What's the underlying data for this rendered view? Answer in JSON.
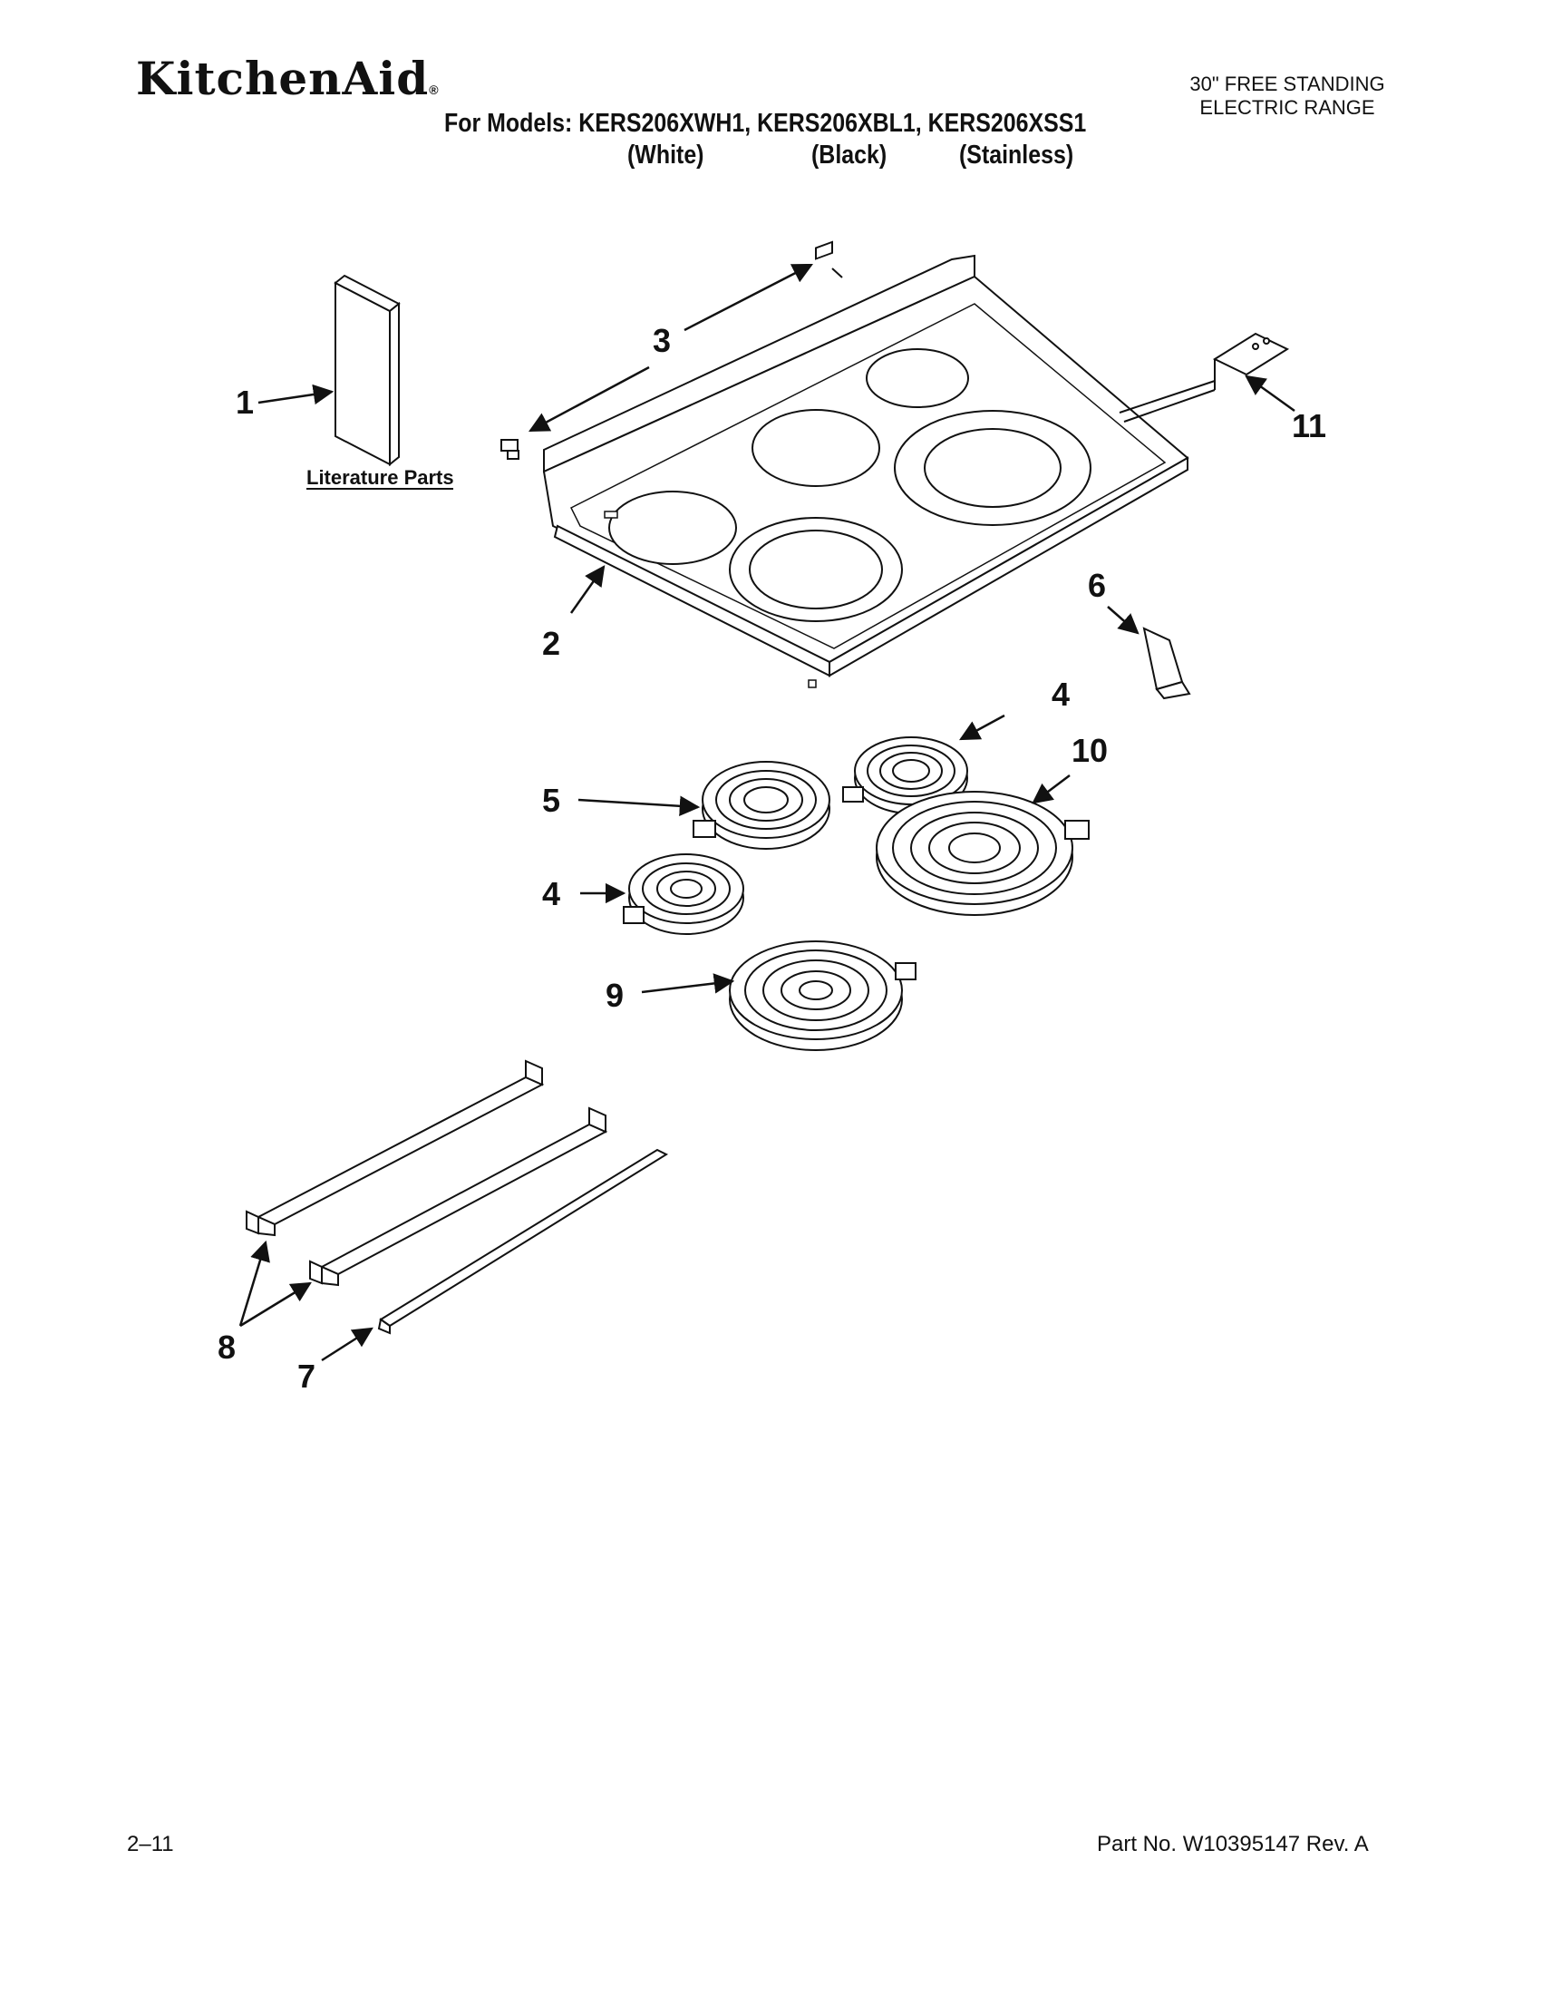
{
  "header": {
    "brand": "KitchenAid",
    "brand_mark": "®",
    "product_line1": "30\" FREE STANDING",
    "product_line2": "ELECTRIC RANGE",
    "models_line": "For Models: KERS206XWH1, KERS206XBL1, KERS206XSS1",
    "variant_white": "(White)",
    "variant_black": "(Black)",
    "variant_stainless": "(Stainless)"
  },
  "diagram": {
    "literature_label": "Literature Parts",
    "callouts": {
      "c1": "1",
      "c2": "2",
      "c3": "3",
      "c4a": "4",
      "c4b": "4",
      "c5": "5",
      "c6": "6",
      "c7": "7",
      "c8": "8",
      "c9": "9",
      "c10": "10",
      "c11": "11"
    }
  },
  "footer": {
    "page": "2–11",
    "part_no": "Part No. W10395147 Rev. A"
  },
  "colors": {
    "ink": "#111111",
    "paper": "#ffffff"
  }
}
